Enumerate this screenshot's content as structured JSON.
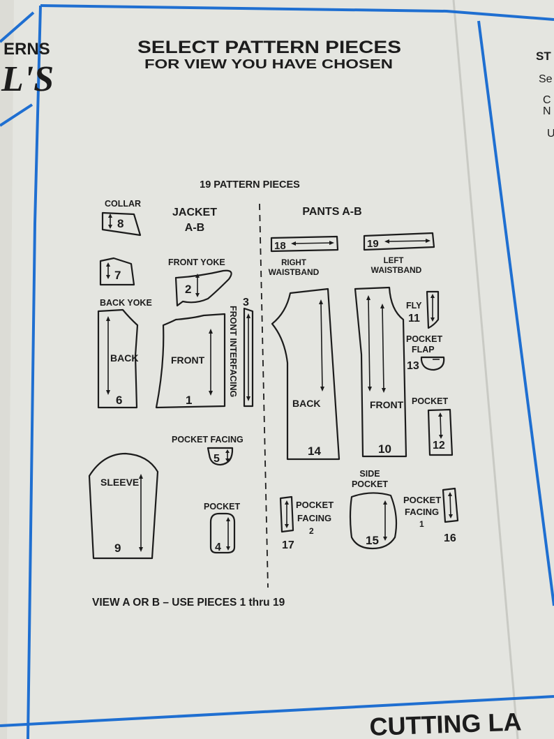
{
  "header": {
    "title": "SELECT PATTERN PIECES",
    "subtitle": "FOR VIEW YOU HAVE CHOSEN",
    "left_fragment_1": "ERNS",
    "left_fragment_2": "L'S"
  },
  "right_fragments": [
    "ST",
    "Se",
    "C",
    "N",
    "U"
  ],
  "count_label": "19 PATTERN PIECES",
  "jacket": {
    "heading_1": "JACKET",
    "heading_2": "A-B",
    "pieces": [
      {
        "number": "1",
        "name": "FRONT"
      },
      {
        "number": "2",
        "name": "FRONT YOKE"
      },
      {
        "number": "3",
        "name": "FRONT INTERFACING"
      },
      {
        "number": "4",
        "name": "POCKET"
      },
      {
        "number": "5",
        "name": "POCKET FACING"
      },
      {
        "number": "6",
        "name": "BACK"
      },
      {
        "number": "7",
        "name": "BACK YOKE"
      },
      {
        "number": "8",
        "name": "COLLAR"
      },
      {
        "number": "9",
        "name": "SLEEVE"
      }
    ]
  },
  "pants": {
    "heading": "PANTS A-B",
    "pieces": [
      {
        "number": "10",
        "name": "FRONT"
      },
      {
        "number": "11",
        "name": "FLY"
      },
      {
        "number": "12",
        "name": "POCKET"
      },
      {
        "number": "13",
        "name_1": "POCKET",
        "name_2": "FLAP"
      },
      {
        "number": "14",
        "name": "BACK"
      },
      {
        "number": "15",
        "name_1": "SIDE",
        "name_2": "POCKET"
      },
      {
        "number": "16",
        "name_1": "POCKET",
        "name_2": "FACING",
        "name_3": "1"
      },
      {
        "number": "17",
        "name_1": "POCKET",
        "name_2": "FACING",
        "name_3": "2"
      },
      {
        "number": "18",
        "name_1": "RIGHT",
        "name_2": "WAISTBAND"
      },
      {
        "number": "19",
        "name_1": "LEFT",
        "name_2": "WAISTBAND"
      }
    ]
  },
  "footer_note": "VIEW A OR B – USE PIECES 1 thru 19",
  "bottom_fragment": "CUTTING LA",
  "colors": {
    "border_blue": "#1f6fd1",
    "paper": "#e4e5e0",
    "ink": "#1c1c1c"
  }
}
